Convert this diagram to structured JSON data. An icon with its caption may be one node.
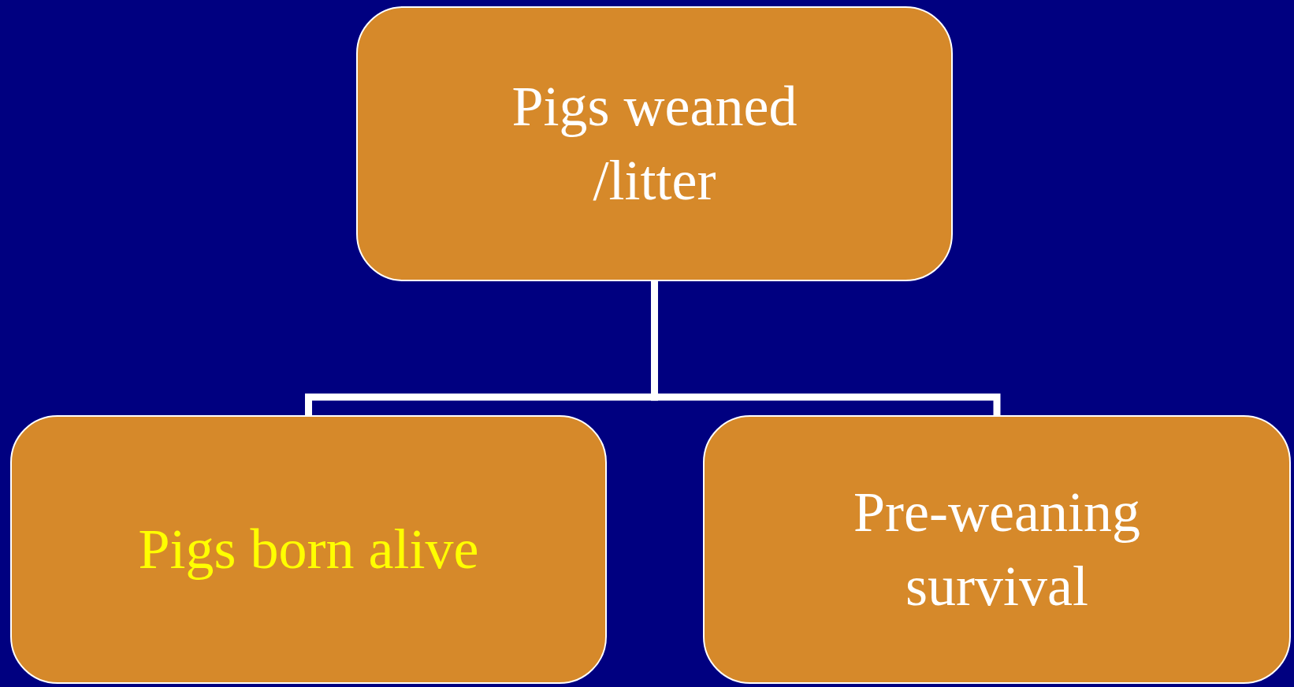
{
  "diagram": {
    "nodes": [
      {
        "text": [
          "Pigs weaned /litter"
        ]
      },
      {
        "text": [
          "Pigs born alive"
        ]
      },
      {
        "text": [
          "Pre-weaning survival"
        ]
      }
    ],
    "edges": [
      {
        "from": 0,
        "to": 1,
        "arrow": "none"
      },
      {
        "from": 0,
        "to": 2,
        "arrow": "none"
      }
    ]
  }
}
